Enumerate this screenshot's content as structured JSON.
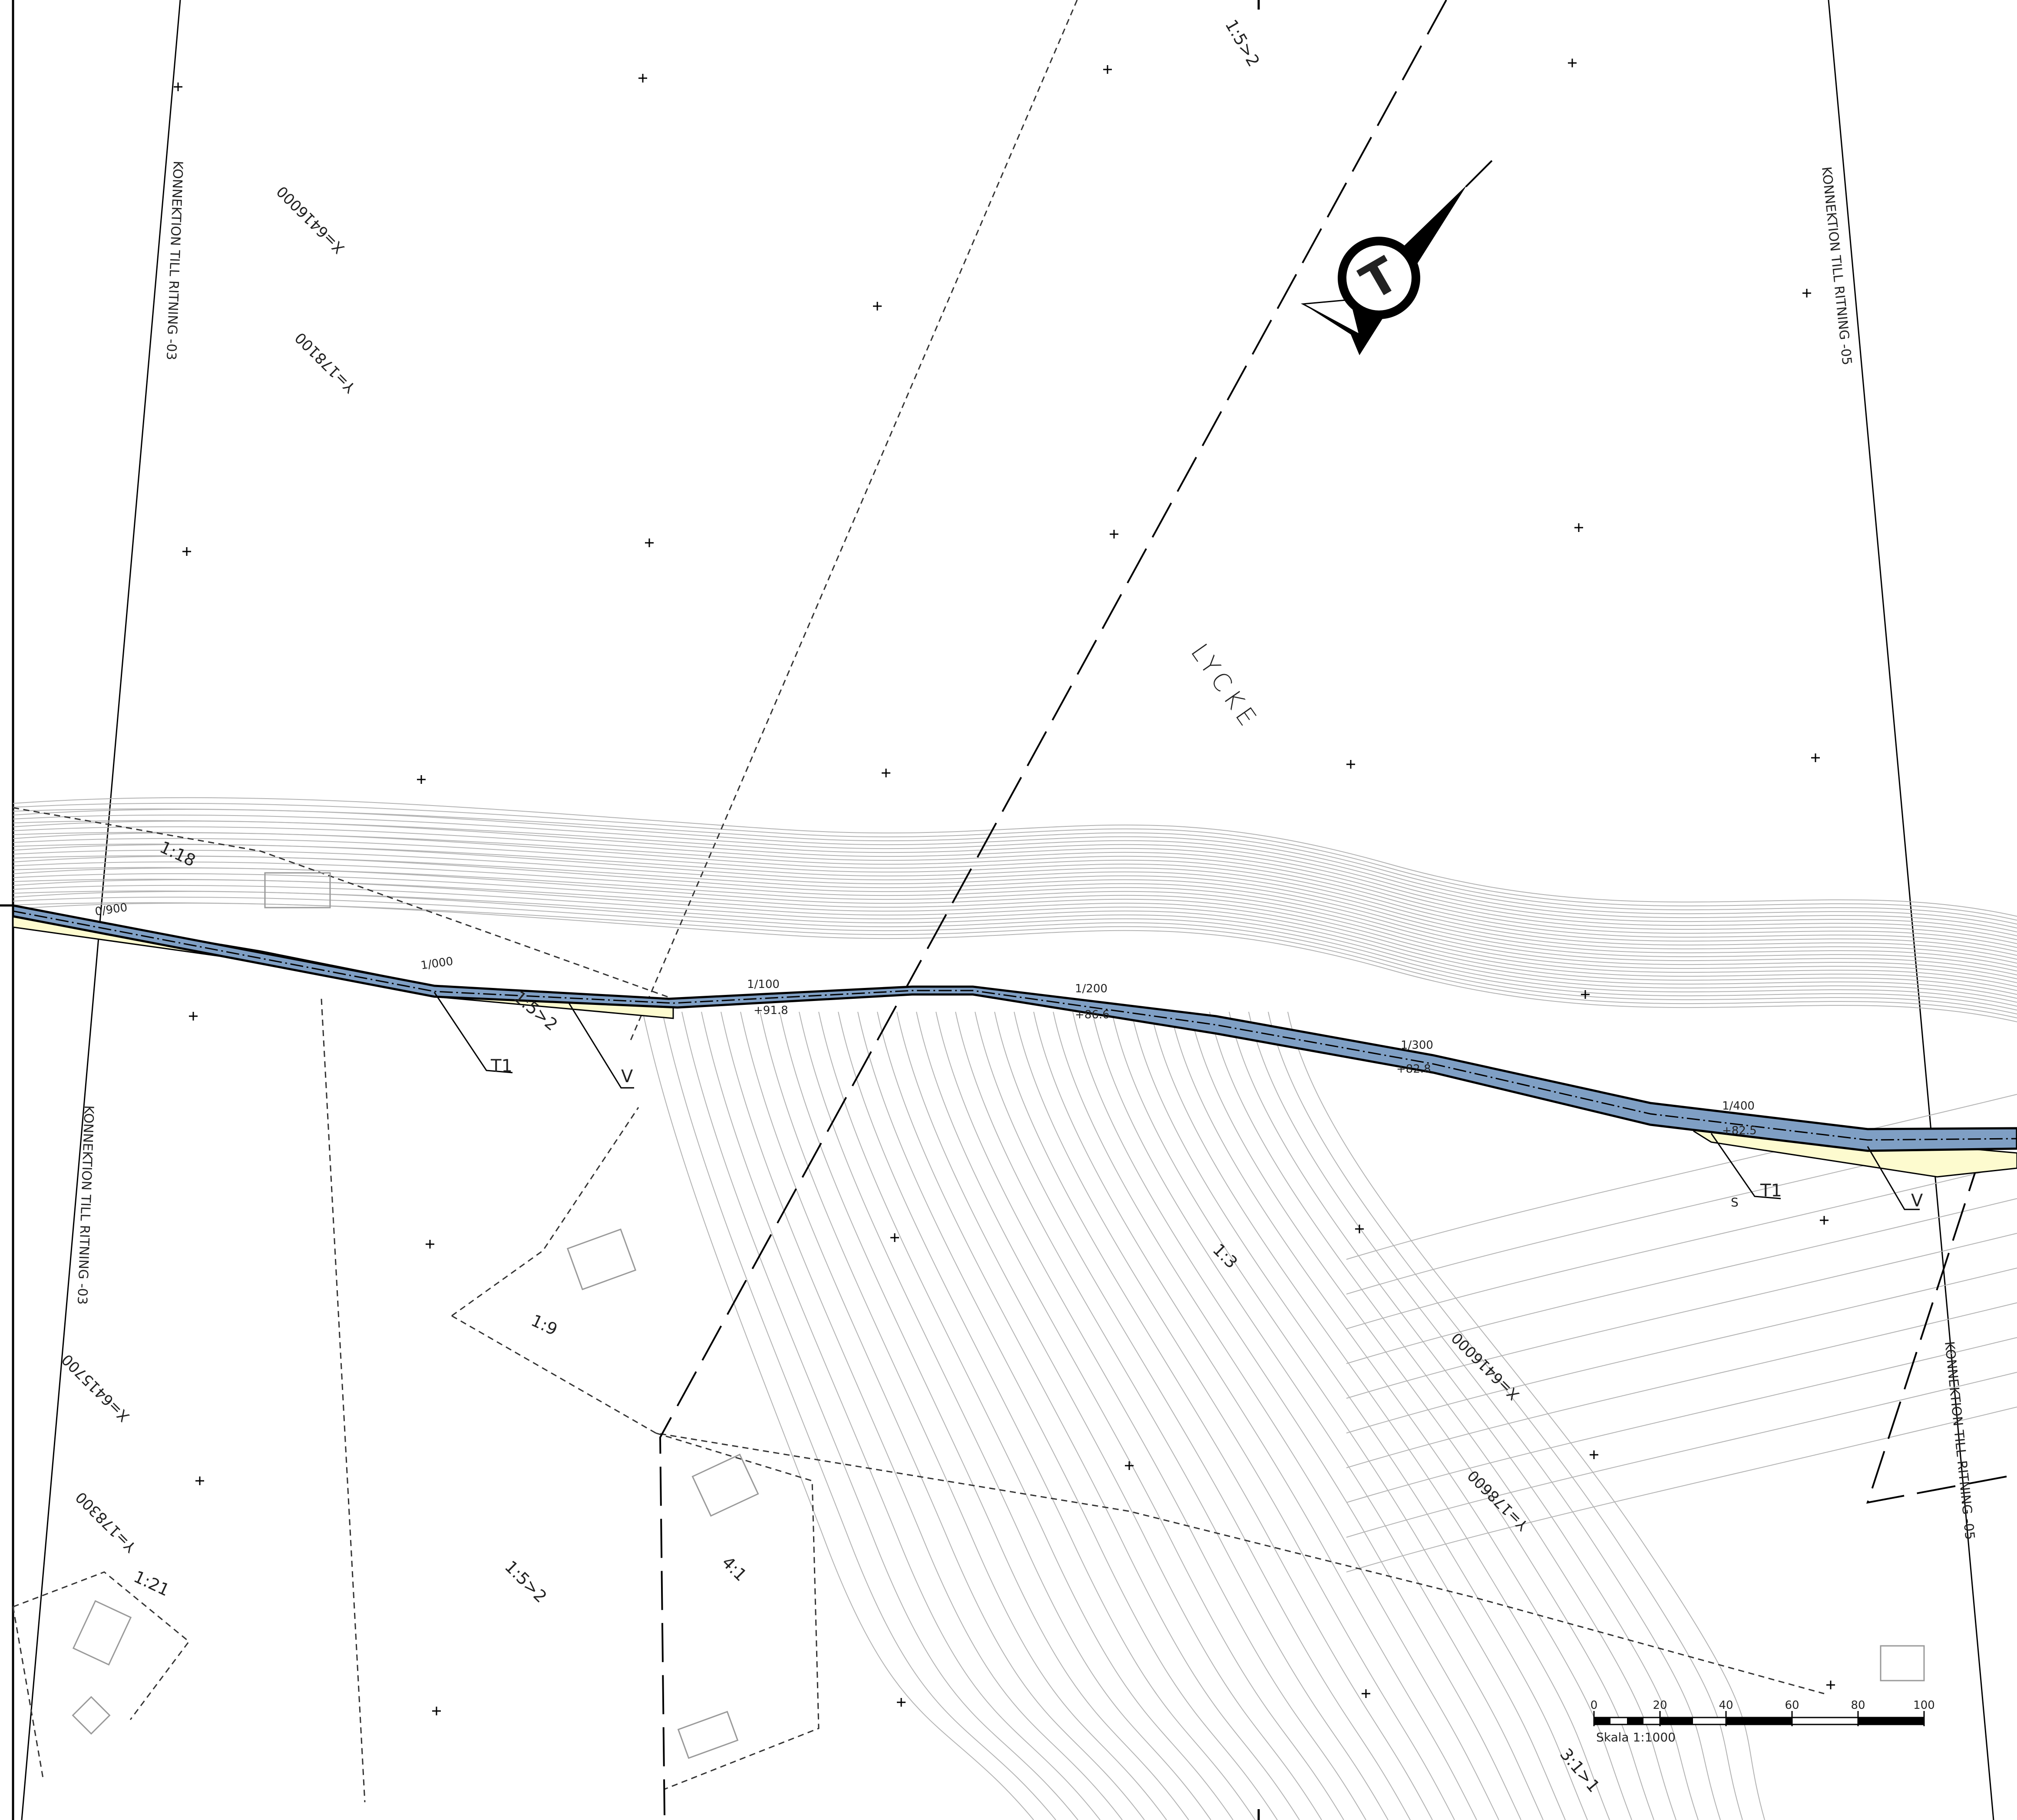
{
  "connection_labels": {
    "left_top": "KONNEKTION TILL RITNING -03",
    "left_bottom": "KONNEKTION TILL RITNING -03",
    "right_top": "KONNEKTION TILL RITNING -05",
    "right_bottom": "KONNEKTION TILL RITNING -05"
  },
  "coordinates": [
    {
      "x": "X=6416000",
      "y": "Y=178100"
    },
    {
      "x": "X=6415700",
      "y": "Y=178300"
    },
    {
      "x": "X=6416000",
      "y": "Y=178600"
    }
  ],
  "place_name": "LYCKE",
  "slope_labels": {
    "top": "1:5>2",
    "a": "1:18",
    "b": "1:9",
    "c": "1:3",
    "d": "1:21",
    "e": "1:5>2",
    "f": "4:1",
    "g": "3:1>1",
    "h": "1:5>2"
  },
  "chainage": [
    {
      "station": "0/900",
      "level": ""
    },
    {
      "station": "1/000",
      "level": ""
    },
    {
      "station": "1/100",
      "level": "+91.8"
    },
    {
      "station": "1/200",
      "level": "+86.6"
    },
    {
      "station": "1/300",
      "level": "+82.8"
    },
    {
      "station": "1/400",
      "level": "+82.5"
    }
  ],
  "section_markers": {
    "t1_left": "T1",
    "v_left": "V",
    "t1_right": "T1",
    "v_right": "V",
    "s_right": "S"
  },
  "scale_bar": {
    "ticks": [
      "0",
      "20",
      "40",
      "60",
      "80",
      "100"
    ],
    "caption": "Skala 1:1000"
  },
  "colors": {
    "road_fill": "#7f9fc4",
    "verge_fill": "#fdfbcf",
    "contour": "#b3b3b3",
    "linework": "#000000"
  },
  "icons": {
    "north_arrow": "north-arrow-icon",
    "trafikverket_logo": "trafikverket-logo-icon"
  }
}
